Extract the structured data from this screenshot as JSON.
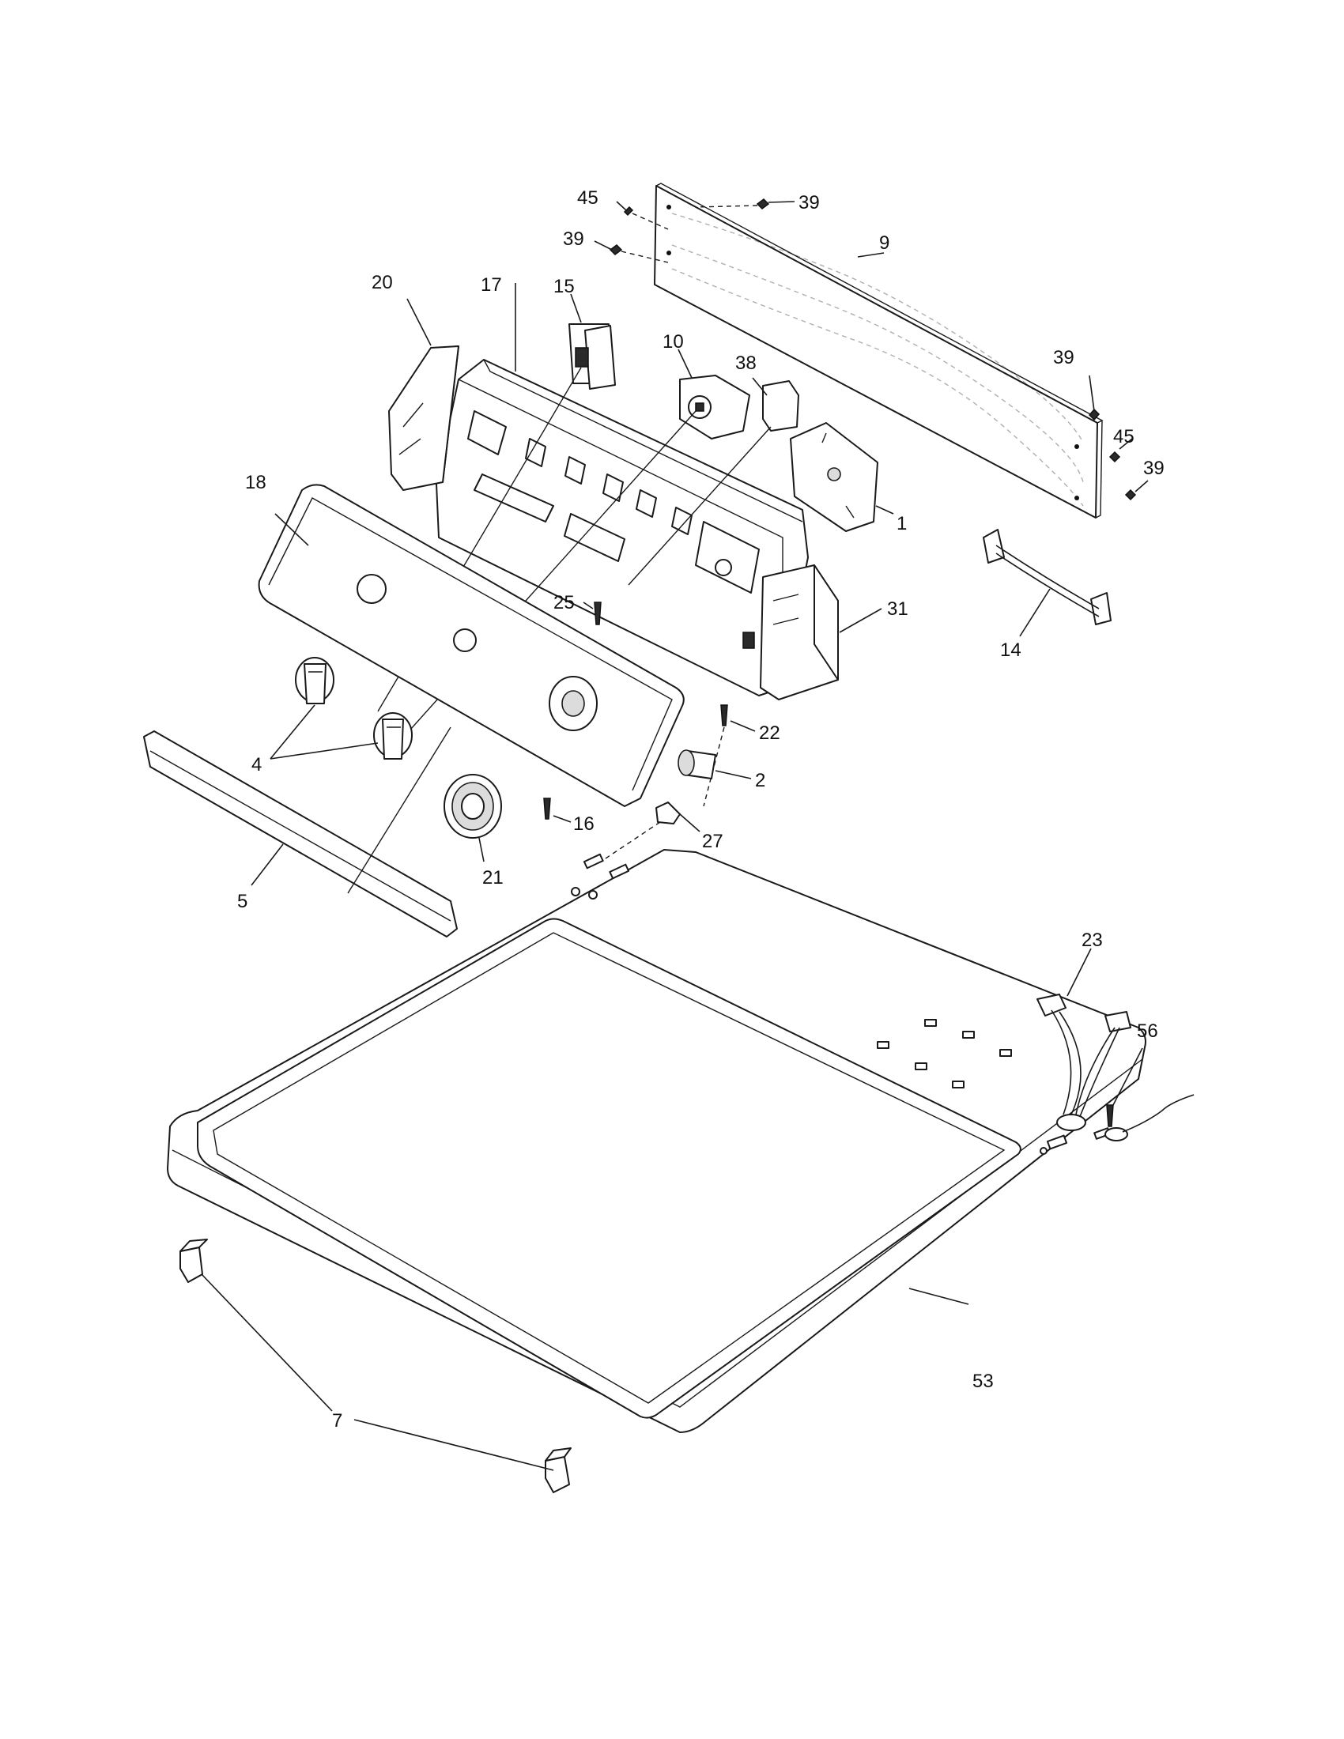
{
  "callouts": {
    "c45a": "45",
    "c39a": "39",
    "c39b": "39",
    "c9": "9",
    "c20": "20",
    "c17": "17",
    "c15": "15",
    "c10": "10",
    "c38": "38",
    "c39c": "39",
    "c45b": "45",
    "c39d": "39",
    "c1": "1",
    "c18": "18",
    "c25": "25",
    "c31": "31",
    "c14": "14",
    "c22": "22",
    "c4": "4",
    "c2": "2",
    "c16": "16",
    "c27": "27",
    "c5": "5",
    "c21": "21",
    "c23": "23",
    "c56": "56",
    "c53": "53",
    "c7": "7"
  }
}
